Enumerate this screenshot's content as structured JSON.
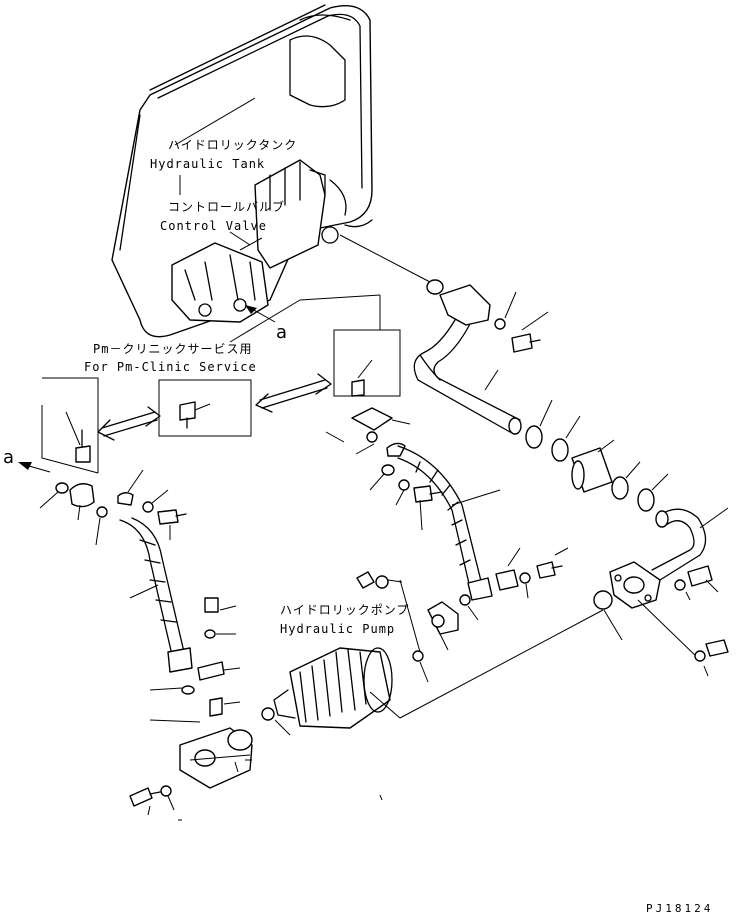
{
  "labels": {
    "tank_jp": "ハイドロリックタンク",
    "tank_en": "Hydraulic Tank",
    "valve_jp": "コントロールバルブ",
    "valve_en": "Control Valve",
    "clinic_jp": "Pm－クリニックサービス用",
    "clinic_en": "For Pm-Clinic Service",
    "pump_jp": "ハイドロリックポンプ",
    "pump_en": "Hydraulic Pump",
    "ref_a_top": "a",
    "ref_a_left": "a",
    "drawing_code": "PJ18124"
  }
}
